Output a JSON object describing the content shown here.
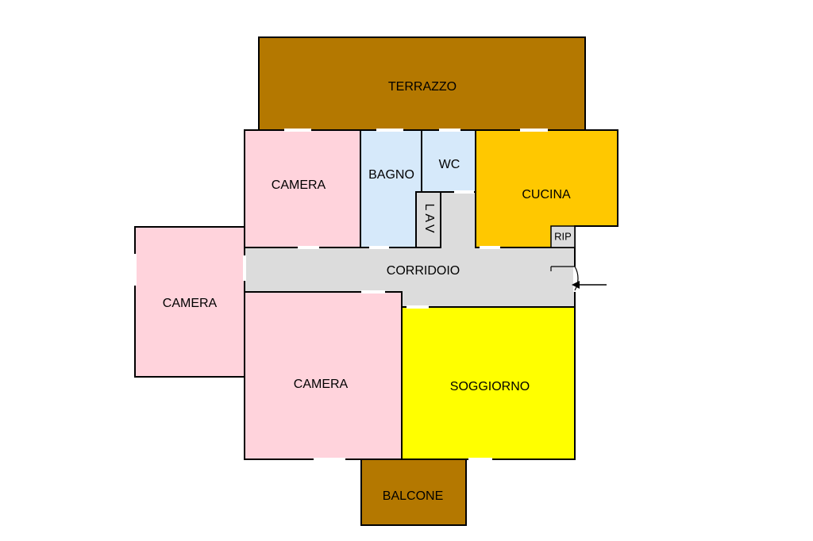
{
  "colors": {
    "terrace": "#B47800",
    "bedroom": "#FFD3DC",
    "bath": "#D6E9FA",
    "kitchen": "#FFC800",
    "corridor": "#DCDCDC",
    "living": "#FFFF00",
    "storage": "#DCDCDC",
    "wall": "#000000"
  },
  "rooms": {
    "terrazzo": "TERRAZZO",
    "camera_top": "CAMERA",
    "bagno": "BAGNO",
    "wc": "WC",
    "cucina": "CUCINA",
    "lav": "LAV",
    "rip": "RIP",
    "corridoio": "CORRIDOIO",
    "camera_left": "CAMERA",
    "camera_bottom": "CAMERA",
    "soggiorno": "SOGGIORNO",
    "balcone": "BALCONE"
  },
  "entrance_icon": "arrow-left-icon"
}
